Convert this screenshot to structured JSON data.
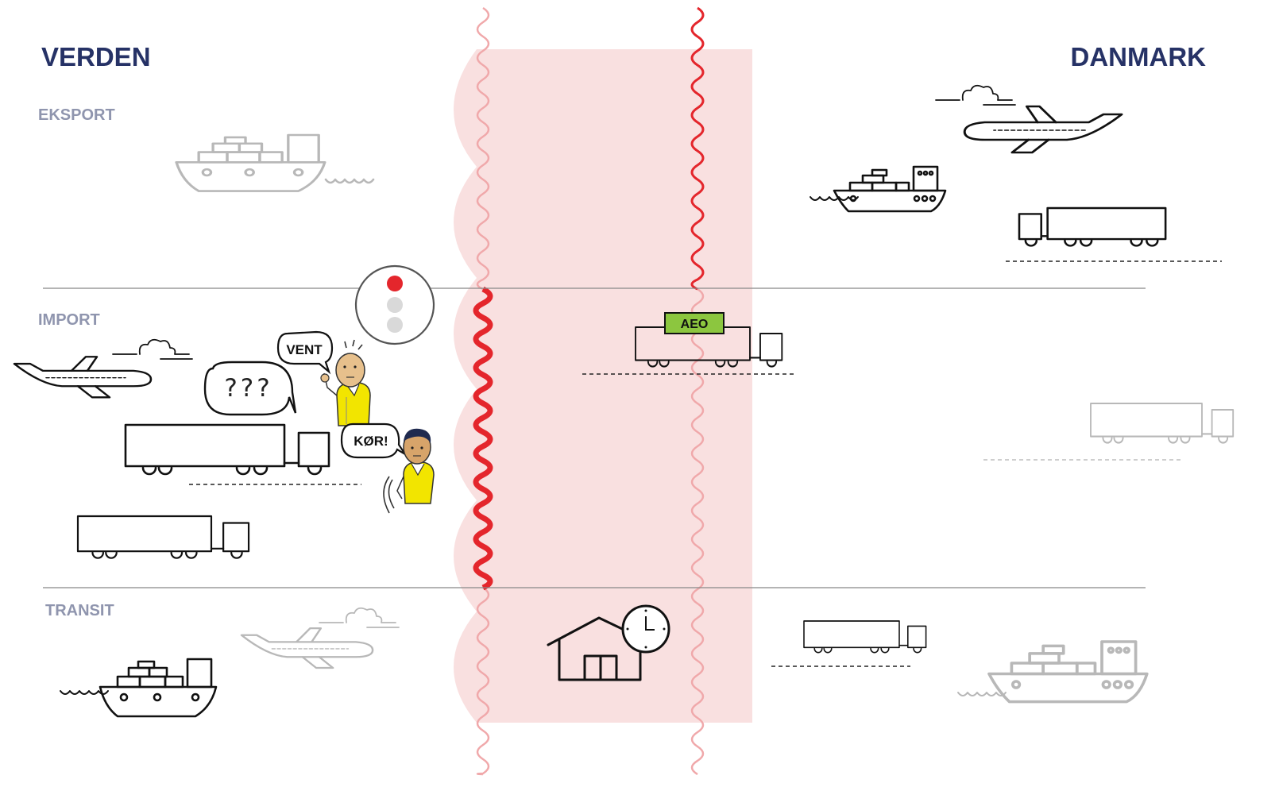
{
  "labels": {
    "left_title": "VERDEN",
    "right_title": "DANMARK",
    "export": "EKSPORT",
    "import": "IMPORT",
    "transit": "TRANSIT",
    "wait_bubble": "VENT",
    "question_bubble": "???",
    "go_bubble": "KØR!",
    "aeo_badge": "AEO"
  },
  "traffic_light": {
    "active": "red"
  },
  "colors": {
    "title": "#263266",
    "section": "#8f95ae",
    "border_zone": "#f9e0e0",
    "border_line": "#e4262c",
    "aeo_badge": "#8cc63f",
    "vest": "#f2e500",
    "light_red": "#e4262c",
    "light_off": "#d9d9d9"
  }
}
